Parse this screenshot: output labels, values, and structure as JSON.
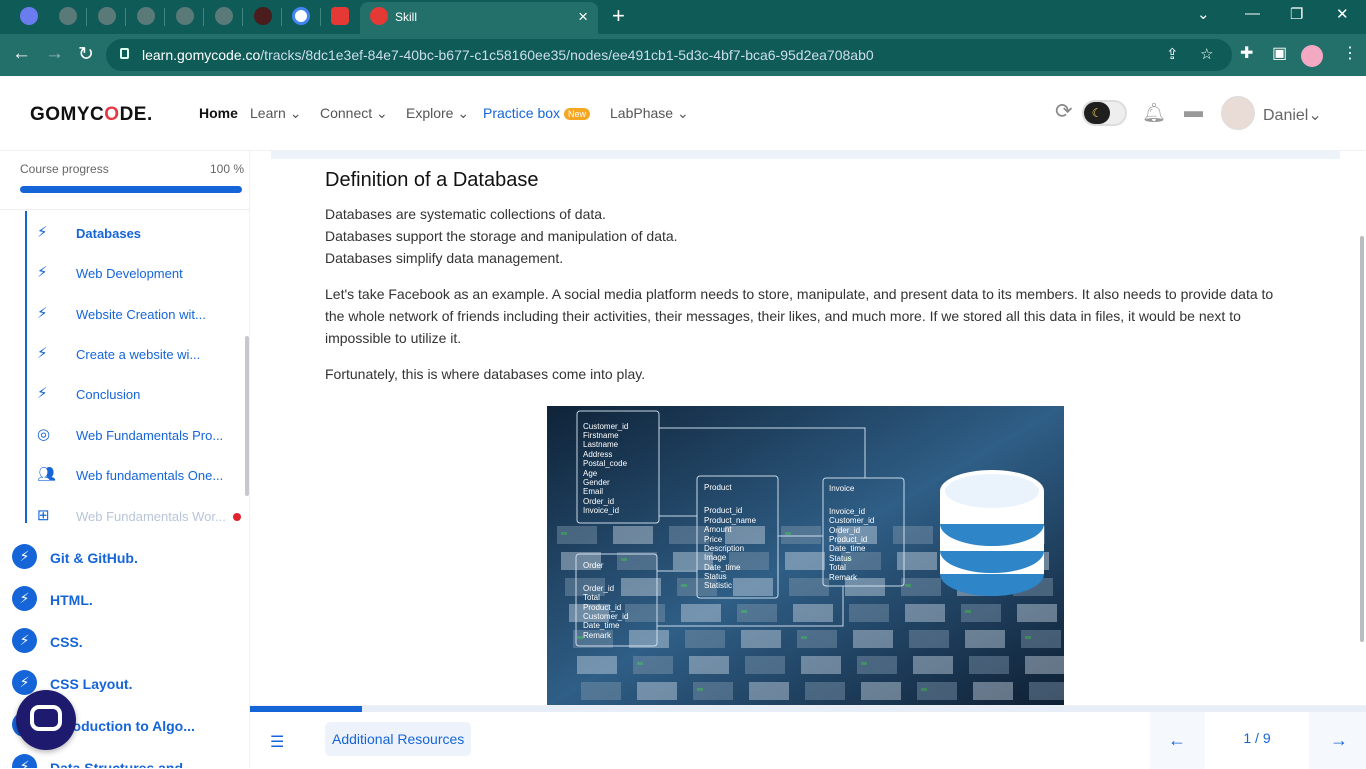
{
  "browser": {
    "active_tab_title": "Skill",
    "url_domain": "learn.gomycode.co",
    "url_path": "/tracks/8dc1e3ef-84e7-40bc-b677-c1c58160ee35/nodes/ee491cb1-5d3c-4bf7-bca6-95d2ea708ab0"
  },
  "header": {
    "logo_left": "GOMYC",
    "logo_o": "O",
    "logo_right": "DE.",
    "nav": {
      "home": "Home",
      "learn": "Learn",
      "connect": "Connect",
      "explore": "Explore",
      "practice": "Practice box",
      "practice_badge": "New",
      "labphase": "LabPhase"
    },
    "user_name": "Daniel"
  },
  "sidebar": {
    "progress_label": "Course progress",
    "progress_value": "100 %",
    "progress_fraction": 1.0,
    "lessons": [
      {
        "label": "Databases",
        "icon": "bolt-icon"
      },
      {
        "label": "Web Development",
        "icon": "bolt-icon"
      },
      {
        "label": "Website Creation wit...",
        "icon": "bolt-icon"
      },
      {
        "label": "Create a website wi...",
        "icon": "bolt-icon"
      },
      {
        "label": "Conclusion",
        "icon": "bolt-icon"
      },
      {
        "label": "Web Fundamentals Pro...",
        "icon": "target-icon"
      },
      {
        "label": "Web fundamentals One...",
        "icon": "people-icon"
      },
      {
        "label": "Web Fundamentals Wor...",
        "icon": "workshop-icon"
      }
    ],
    "chapters": [
      {
        "label": "Git & GitHub."
      },
      {
        "label": "HTML."
      },
      {
        "label": "CSS."
      },
      {
        "label": "CSS Layout."
      },
      {
        "label": "Introduction to Algo..."
      },
      {
        "label": "Data Structures and..."
      }
    ]
  },
  "main": {
    "title": "Definition of a Database",
    "para1_line1": "Databases are systematic collections of data.",
    "para1_line2": "Databases support the storage and manipulation of data.",
    "para1_line3": "Databases simplify data management.",
    "para2": "Let's take Facebook as an example. A social media platform needs to store, manipulate, and present data to its members. It also needs to provide data to the whole network of friends including their activities, their messages, their likes, and much more. If we stored all this data in files, it would be next to impossible to utilize it.",
    "para3": "Fortunately, this is where databases come into play."
  },
  "image": {
    "customer_fields": [
      "Customer_id",
      "Firstname",
      "Lastname",
      "Address",
      "Postal_code",
      "Age",
      "Gender",
      "Email",
      "Order_id",
      "Invoice_id"
    ],
    "product_title": "Product",
    "product_fields": [
      "Product_id",
      "Product_name",
      "Amount",
      "Price",
      "Description",
      "Image",
      "Date_time",
      "Status",
      "Statistic"
    ],
    "invoice_title": "Invoice",
    "invoice_fields": [
      "Invoice_id",
      "Customer_id",
      "Order_id",
      "Product_id",
      "Date_time",
      "Status",
      "Total",
      "Remark"
    ],
    "order_title": "Order",
    "order_fields": [
      "Order_id",
      "Total",
      "Product_id",
      "Customer_id",
      "Date_time",
      "Remark"
    ]
  },
  "footer": {
    "additional_resources": "Additional Resources",
    "page_indicator": "1 / 9",
    "slide_progress_fraction": 0.1
  }
}
